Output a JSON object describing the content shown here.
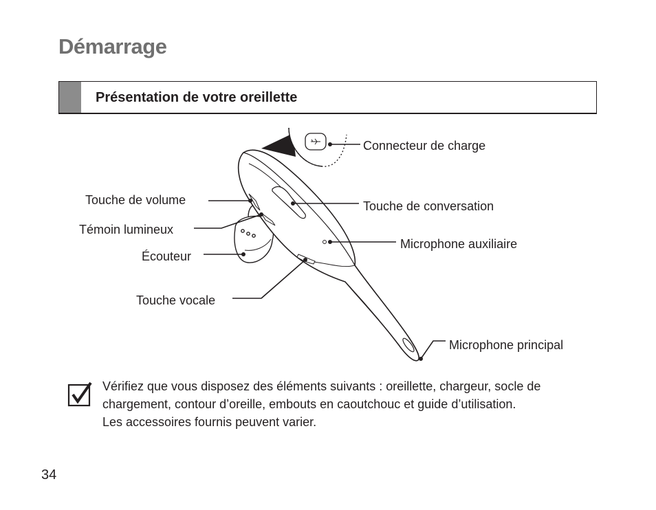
{
  "page": {
    "title": "Démarrage",
    "page_number": "34"
  },
  "section": {
    "title": "Présentation de votre oreillette"
  },
  "diagram": {
    "labels": {
      "charging_connector": "Connecteur de charge",
      "volume_key": "Touche de volume",
      "talk_key": "Touche de conversation",
      "indicator_light": "Témoin lumineux",
      "auxiliary_microphone": "Microphone auxiliaire",
      "earpiece": "Écouteur",
      "voice_key": "Touche vocale",
      "main_microphone": "Microphone principal"
    }
  },
  "note": {
    "icon": "checkbox-check-icon",
    "lines": [
      "Vérifiez que vous disposez des éléments suivants : oreillette, chargeur, socle de",
      "chargement, contour d’oreille, embouts en caoutchouc et guide d’utilisation.",
      "Les accessoires fournis peuvent varier."
    ]
  }
}
